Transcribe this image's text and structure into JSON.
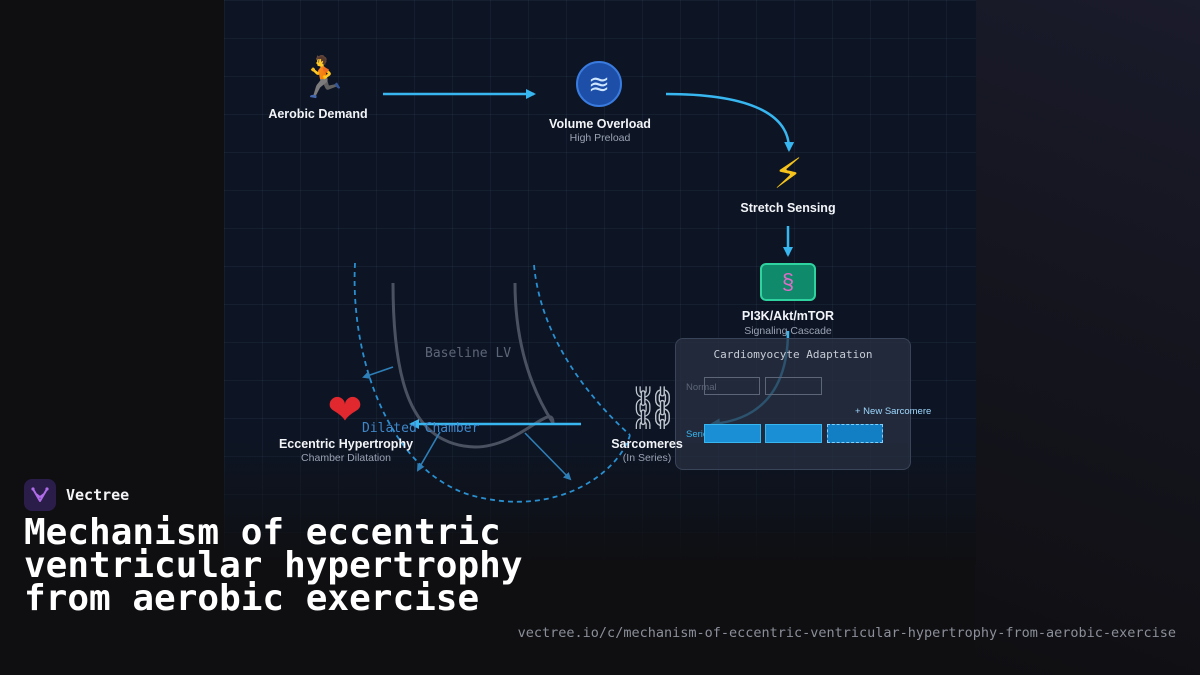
{
  "brand": {
    "name": "Vectree"
  },
  "title": "Mechanism of eccentric ventricular hypertrophy from aerobic exercise",
  "url": "vectree.io/c/mechanism-of-eccentric-ventricular-hypertrophy-from-aerobic-exercise",
  "colors": {
    "accent": "#38b6f0",
    "dashed": "#2a8fd0",
    "dna_box": "#0f8a6a",
    "heart": "#e0282e"
  },
  "nodes": {
    "aerobic": {
      "icon": "runner-icon",
      "label": "Aerobic Demand"
    },
    "volume": {
      "icon": "wave-icon",
      "label": "Volume Overload",
      "sub": "High Preload"
    },
    "stretch": {
      "icon": "lightning-icon",
      "label": "Stretch Sensing"
    },
    "pi3k": {
      "icon": "dna-icon",
      "label": "PI3K/Akt/mTOR",
      "sub": "Signaling Cascade"
    },
    "sarcomeres": {
      "icon": "chain-icon",
      "label": "Sarcomeres",
      "sub": "(In Series)"
    },
    "eccentric": {
      "icon": "heart-icon",
      "label": "Eccentric Hypertrophy",
      "sub": "Chamber Dilatation"
    }
  },
  "heart_labels": {
    "baseline": "Baseline LV",
    "dilated": "Dilated Chamber"
  },
  "inset": {
    "title": "Cardiomyocyte Adaptation",
    "normal": "Normal",
    "series": "Series",
    "new_sarcomere": "+ New Sarcomere"
  }
}
